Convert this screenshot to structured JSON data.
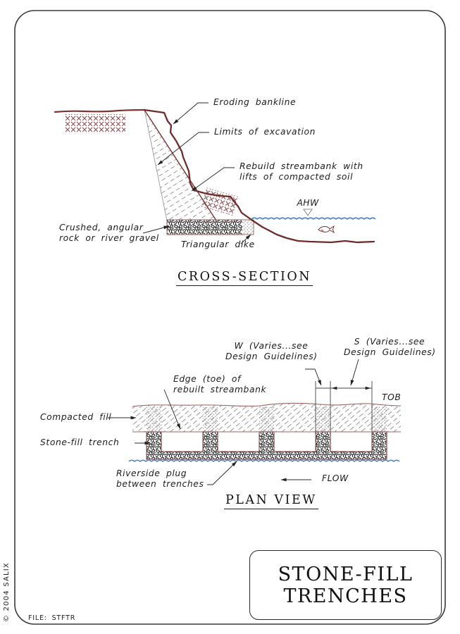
{
  "sheet": {
    "copyright": "© 2004 SALIX",
    "file_label": "FILE:  STFTR"
  },
  "title_block": {
    "line1": "STONE-FILL",
    "line2": "TRENCHES"
  },
  "cross_section": {
    "title": "CROSS-SECTION",
    "labels": {
      "eroding_bankline": "Eroding bankline",
      "limits_of_excavation": "Limits of excavation",
      "rebuild_line1": "Rebuild streambank with",
      "rebuild_line2": "lifts of compacted soil",
      "ahw": "AHW",
      "crushed_line1": "Crushed, angular",
      "crushed_line2": "rock or river gravel",
      "triangular_dike": "Triangular dike"
    }
  },
  "plan_view": {
    "title": "PLAN VIEW",
    "labels": {
      "w_dim_line1": "W (Varies...see",
      "w_dim_line2": "Design Guidelines)",
      "s_dim_line1": "S (Varies...see",
      "s_dim_line2": "Design Guidelines)",
      "edge_line1": "Edge (toe) of",
      "edge_line2": "rebuilt streambank",
      "tob": "TOB",
      "compacted_fill": "Compacted fill",
      "stone_fill_trench": "Stone-fill trench",
      "riverside_line1": "Riverside plug",
      "riverside_line2": "between trenches",
      "flow": "FLOW"
    }
  },
  "colors": {
    "line_maroon": "#7a3434",
    "outline_maroon_light": "#9a6565",
    "water_blue": "#4a86c8",
    "hatch_gray": "#9a9a9a",
    "ink": "#222222"
  }
}
